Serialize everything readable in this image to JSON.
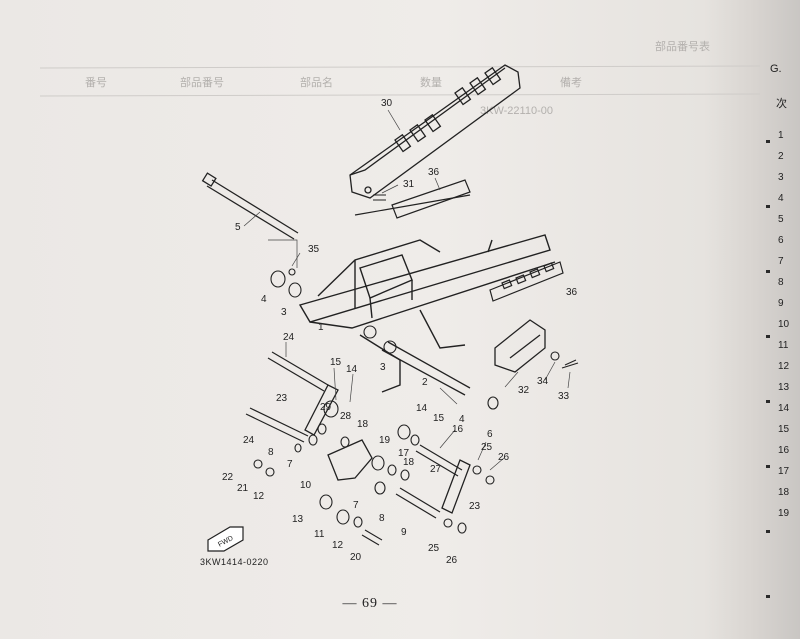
{
  "page_number": "— 69 —",
  "drawing_code": "3KW1414-0220",
  "fwd_label": "FWD",
  "right_table": {
    "header_1": "G.",
    "header_2": "次",
    "rows": [
      "1",
      "2",
      "3",
      "4",
      "5",
      "6",
      "7",
      "8",
      "9",
      "10",
      "11",
      "12",
      "13",
      "14",
      "15",
      "16",
      "17",
      "18",
      "19"
    ]
  },
  "bleed_through": {
    "heading": "部品番号表",
    "columns": [
      "番号",
      "部品番号",
      "部品名",
      "数量",
      "備考"
    ],
    "row": "3KW-22110-00"
  },
  "callouts": [
    "30",
    "31",
    "36",
    "5",
    "35",
    "4",
    "3",
    "1",
    "36",
    "24",
    "15",
    "14",
    "3",
    "2",
    "4",
    "6",
    "23",
    "29",
    "28",
    "18",
    "14",
    "15",
    "16",
    "19",
    "17",
    "18",
    "25",
    "26",
    "24",
    "8",
    "7",
    "27",
    "22",
    "21",
    "12",
    "10",
    "7",
    "8",
    "9",
    "23",
    "13",
    "11",
    "12",
    "20",
    "25",
    "26",
    "32",
    "34",
    "33"
  ]
}
